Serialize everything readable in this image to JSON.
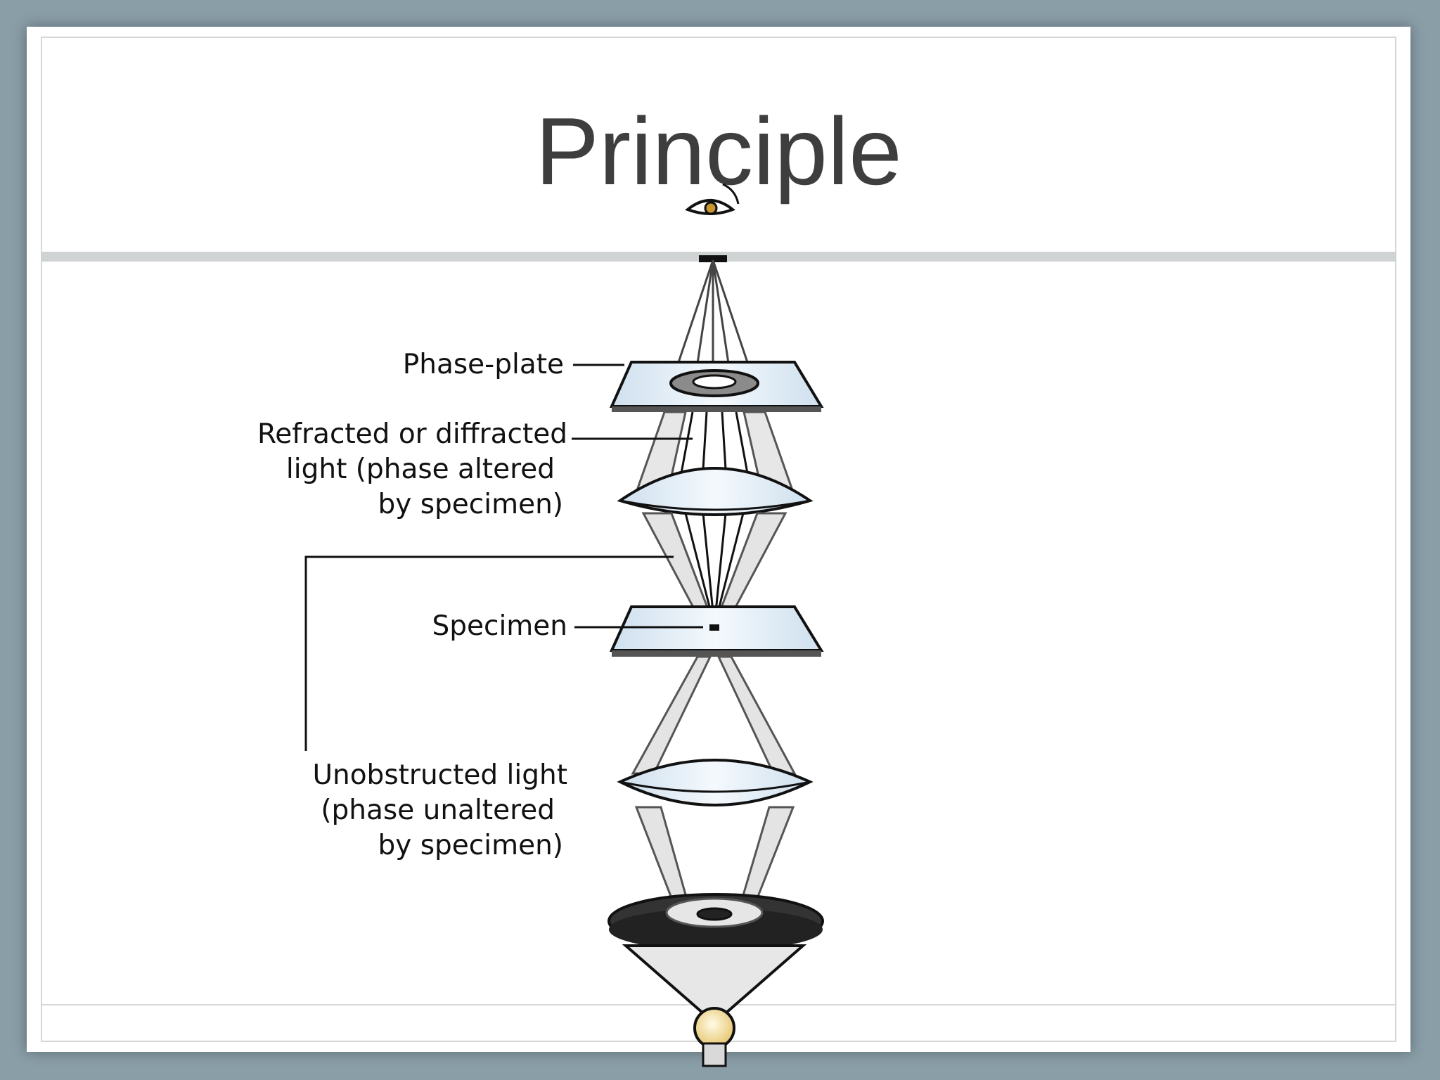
{
  "slide": {
    "title": "Principle"
  },
  "diagram": {
    "labels": {
      "phase_plate": "Phase-plate",
      "refracted_line1": "Refracted or diffracted",
      "refracted_line2": "light (phase altered",
      "refracted_line3": "by specimen)",
      "specimen": "Specimen",
      "unobstructed_line1": "Unobstructed light",
      "unobstructed_line2": "(phase unaltered",
      "unobstructed_line3": "by specimen)"
    },
    "colors": {
      "slide_background": "#8a9ea8",
      "title_text": "#3e3e3e",
      "glass": "#dbe9f3",
      "annulus": "#2d2d2d",
      "bulb": "#f6e3a8"
    }
  }
}
